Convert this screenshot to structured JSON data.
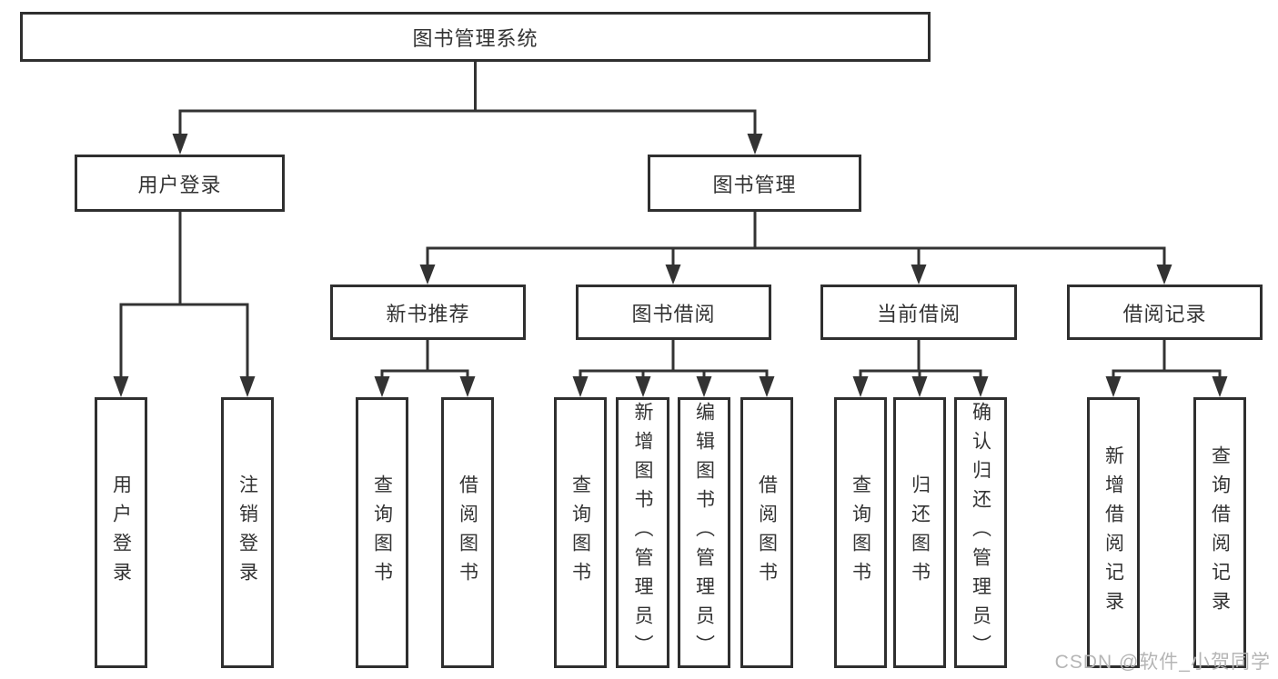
{
  "title": "图书管理系统",
  "branches": [
    {
      "label": "用户登录",
      "children": [
        "用户登录",
        "注销登录"
      ]
    },
    {
      "label": "图书管理",
      "modules": [
        {
          "label": "新书推荐",
          "children": [
            "查询图书",
            "借阅图书"
          ]
        },
        {
          "label": "图书借阅",
          "children": [
            "查询图书",
            "新增图书（管理员）",
            "编辑图书（管理员）",
            "借阅图书"
          ]
        },
        {
          "label": "当前借阅",
          "children": [
            "查询图书",
            "归还图书",
            "确认归还（管理员）"
          ]
        },
        {
          "label": "借阅记录",
          "children": [
            "新增借阅记录",
            "查询借阅记录"
          ]
        }
      ]
    }
  ],
  "watermark": "CSDN @软件_小贺同学",
  "colors": {
    "line": "#333333",
    "text": "#333333",
    "background": "#ffffff",
    "watermark": "#b5b5b5"
  }
}
